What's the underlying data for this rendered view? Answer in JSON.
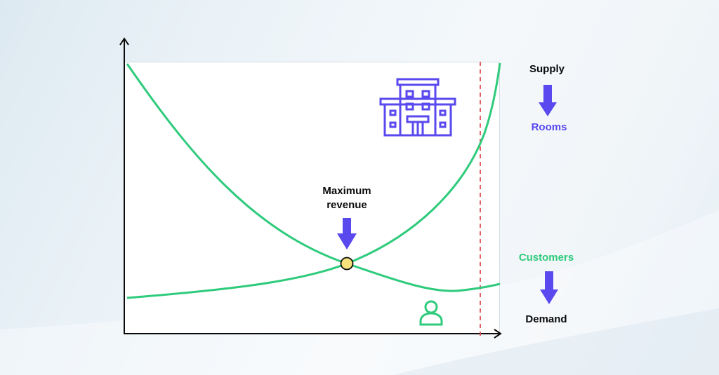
{
  "supply_label": "Supply",
  "rooms_label": "Rooms",
  "customers_label": "Customers",
  "demand_label": "Demand",
  "annotation": {
    "line1": "Maximum",
    "line2": "revenue"
  },
  "colors": {
    "curve": "#2fcb7c",
    "accent": "#5a49ee",
    "capacity_line": "#e0505a",
    "optimum_point": "#f6e27a",
    "axis": "#0b0b0b"
  },
  "icons": [
    "hotel-building-icon",
    "person-icon",
    "down-arrow-icon"
  ]
}
